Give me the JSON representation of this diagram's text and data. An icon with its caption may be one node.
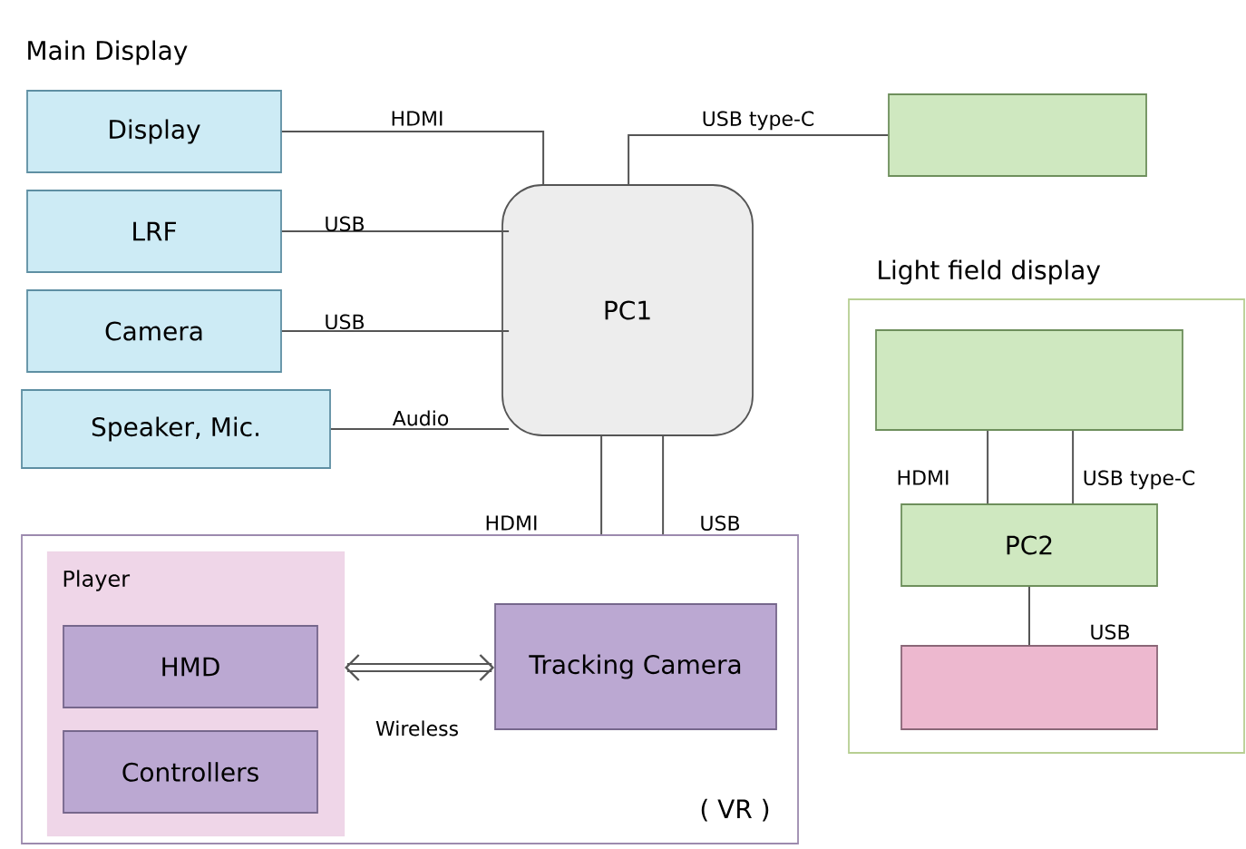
{
  "diagram": {
    "nodes": [
      {
        "text": [
          "Display"
        ]
      },
      {
        "text": [
          "LRF"
        ]
      },
      {
        "text": [
          "Camera"
        ]
      },
      {
        "text": [
          "Speaker, Mic."
        ]
      },
      {
        "text": [
          "PC1"
        ]
      },
      {
        "text": [],
        "shape": "box"
      },
      {
        "text": [
          "Light field display"
        ]
      },
      {
        "text": [],
        "shape": "box",
        "in": 6
      },
      {
        "text": [
          "PC2"
        ],
        "in": 6
      },
      {
        "text": [],
        "shape": "box",
        "in": 6
      },
      {
        "text": [
          "( VR )"
        ]
      },
      {
        "text": [
          "Player"
        ],
        "in": 10
      },
      {
        "text": [
          "HMD"
        ],
        "in": 11
      },
      {
        "text": [
          "Controllers"
        ],
        "in": 11
      },
      {
        "text": [
          "Tracking Camera"
        ],
        "in": 10
      }
    ],
    "edges": [
      {
        "from": 0,
        "to": 4,
        "arrow": "none",
        "label": "HDMI"
      },
      {
        "from": 1,
        "to": 4,
        "arrow": "none",
        "label": "USB"
      },
      {
        "from": 2,
        "to": 4,
        "arrow": "none",
        "label": "USB"
      },
      {
        "from": 3,
        "to": 4,
        "arrow": "none",
        "label": "Audio"
      },
      {
        "from": 4,
        "to": 5,
        "arrow": "none",
        "label": "USB type-C"
      },
      {
        "from": 4,
        "to": 10,
        "arrow": "none",
        "label": "HDMI"
      },
      {
        "from": 4,
        "to": 10,
        "arrow": "none",
        "label": "USB"
      },
      {
        "from": 7,
        "to": 8,
        "arrow": "none",
        "label": "HDMI"
      },
      {
        "from": 7,
        "to": 8,
        "arrow": "none",
        "label": "USB type-C"
      },
      {
        "from": 8,
        "to": 9,
        "arrow": "none",
        "label": "USB"
      },
      {
        "from": 11,
        "to": 14,
        "arrow": "both",
        "style": "thick",
        "label": "Wireless"
      }
    ],
    "labels": [
      "Main Display"
    ]
  }
}
